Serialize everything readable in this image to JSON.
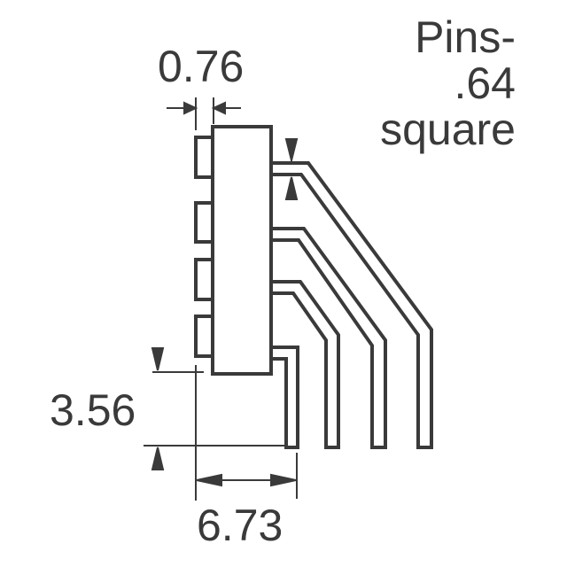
{
  "drawing": {
    "title": "Right-angle pin header dimension drawing",
    "stroke_color": "#3a3a3a",
    "background": "#ffffff"
  },
  "dimensions": {
    "pin_pitch_offset": "0.76",
    "lead_height": "3.56",
    "lead_length": "6.73"
  },
  "note": {
    "line1": "Pins-",
    "line2": ".64",
    "line3": "square"
  },
  "components": {
    "pin_count": 4,
    "body": "connector-housing",
    "leads": [
      "lead-1",
      "lead-2",
      "lead-3",
      "lead-4"
    ],
    "tabs": [
      "tab-1",
      "tab-2",
      "tab-3",
      "tab-4"
    ]
  }
}
